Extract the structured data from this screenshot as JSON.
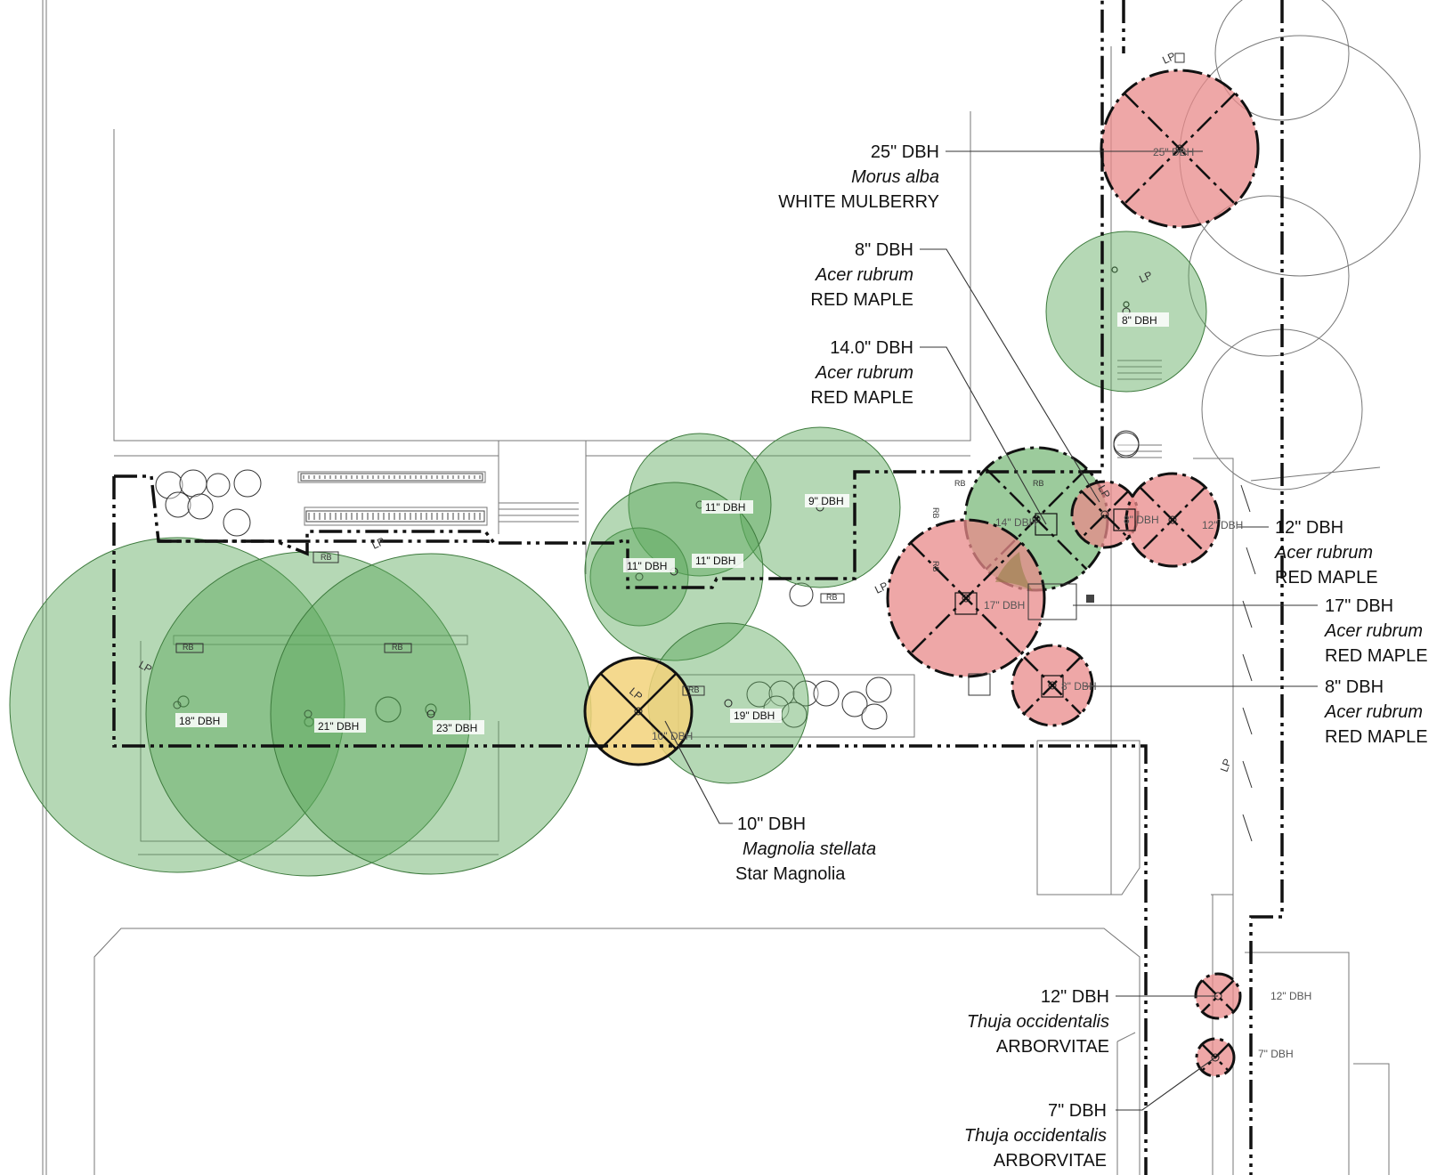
{
  "legend_colors": {
    "retain": "#5aa85a",
    "remove": "#e88a8a",
    "review": "#f2d27a"
  },
  "point_labels": {
    "lp": "LP",
    "rb": "RB"
  },
  "trees": [
    {
      "id": "t01",
      "tag": "25\" DBH",
      "status": "remove",
      "label_visible": true
    },
    {
      "id": "t02",
      "tag": "8\" DBH",
      "status": "retain",
      "label_visible": true
    },
    {
      "id": "t03",
      "tag": "14\" DBH",
      "status": "remove-retain",
      "label_visible": true
    },
    {
      "id": "t04",
      "tag": "8\" DBH",
      "status": "remove",
      "label_visible": true
    },
    {
      "id": "t05",
      "tag": "12\" DBH",
      "status": "remove",
      "label_visible": true
    },
    {
      "id": "t06",
      "tag": "17\" DBH",
      "status": "remove",
      "label_visible": true
    },
    {
      "id": "t07",
      "tag": "8\" DBH",
      "status": "remove",
      "label_visible": true
    },
    {
      "id": "t08",
      "tag": "9\" DBH",
      "status": "retain",
      "label_visible": true
    },
    {
      "id": "t09",
      "tag": "11\" DBH",
      "status": "retain",
      "label_visible": true
    },
    {
      "id": "t10",
      "tag": "11\" DBH",
      "status": "retain",
      "label_visible": true
    },
    {
      "id": "t11",
      "tag": "11\" DBH",
      "status": "retain",
      "label_visible": true
    },
    {
      "id": "t12",
      "tag": "18\" DBH",
      "status": "retain",
      "label_visible": true
    },
    {
      "id": "t13",
      "tag": "21\" DBH",
      "status": "retain",
      "label_visible": true
    },
    {
      "id": "t14",
      "tag": "23\" DBH",
      "status": "retain",
      "label_visible": true
    },
    {
      "id": "t15",
      "tag": "10\" DBH",
      "status": "review",
      "label_visible": true
    },
    {
      "id": "t16",
      "tag": "19\" DBH",
      "status": "retain",
      "label_visible": true
    },
    {
      "id": "t17",
      "tag": "12\" DBH",
      "status": "remove",
      "label_visible": true
    },
    {
      "id": "t18",
      "tag": "7\" DBH",
      "status": "remove",
      "label_visible": true
    }
  ],
  "callouts": [
    {
      "id": "c-mulberry",
      "dbh": "25\" DBH",
      "species": "Morus alba",
      "common": "WHITE MULBERRY"
    },
    {
      "id": "c-maple-8a",
      "dbh": "8\" DBH",
      "species": "Acer rubrum",
      "common": "RED MAPLE"
    },
    {
      "id": "c-maple-14",
      "dbh": "14.0\" DBH",
      "species": "Acer rubrum",
      "common": "RED MAPLE"
    },
    {
      "id": "c-maple-12",
      "dbh": "12\" DBH",
      "species": "Acer rubrum",
      "common": "RED MAPLE"
    },
    {
      "id": "c-maple-17",
      "dbh": "17\" DBH",
      "species": "Acer rubrum",
      "common": "RED MAPLE"
    },
    {
      "id": "c-maple-8b",
      "dbh": "8\" DBH",
      "species": "Acer rubrum",
      "common": "RED MAPLE"
    },
    {
      "id": "c-magnolia",
      "dbh": "10\" DBH",
      "species": "Magnolia stellata",
      "common": "Star Magnolia"
    },
    {
      "id": "c-arbor-12",
      "dbh": "12\" DBH",
      "species": "Thuja occidentalis",
      "common": "ARBORVITAE"
    },
    {
      "id": "c-arbor-7",
      "dbh": "7\" DBH",
      "species": "Thuja occidentalis",
      "common": "ARBORVITAE"
    }
  ]
}
